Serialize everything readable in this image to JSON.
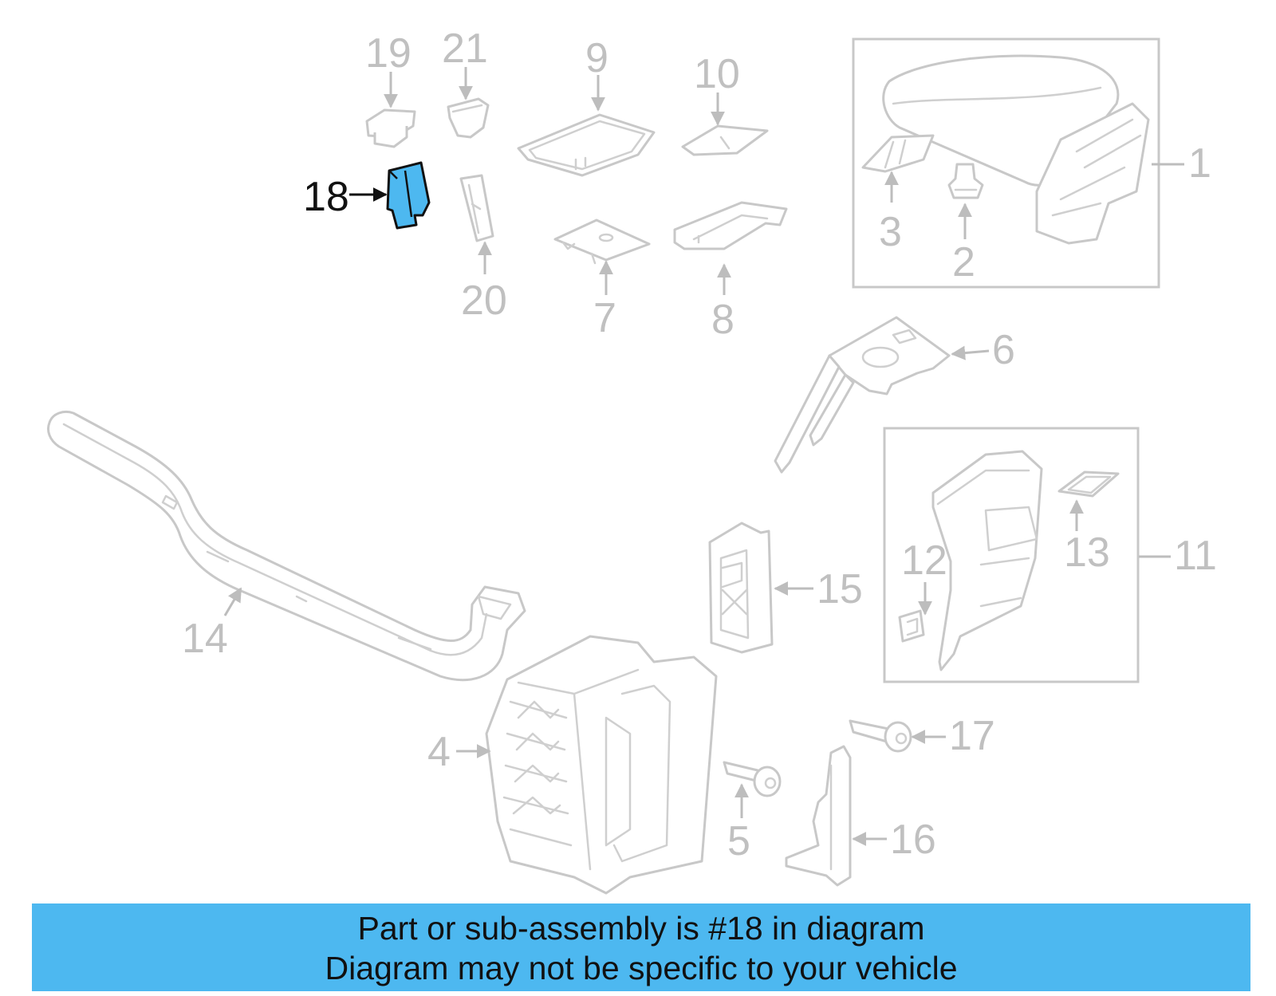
{
  "diagram": {
    "callouts": {
      "c1": "1",
      "c2": "2",
      "c3": "3",
      "c4": "4",
      "c5": "5",
      "c6": "6",
      "c7": "7",
      "c8": "8",
      "c9": "9",
      "c10": "10",
      "c11": "11",
      "c12": "12",
      "c13": "13",
      "c14": "14",
      "c15": "15",
      "c16": "16",
      "c17": "17",
      "c18": "18",
      "c19": "19",
      "c20": "20",
      "c21": "21"
    },
    "highlighted_part": "18",
    "highlight_color": "#4db8f0",
    "line_color": "#c8c8c8"
  },
  "banner": {
    "line1": "Part or sub-assembly is #18 in diagram",
    "line2": "Diagram may not be specific to your vehicle",
    "background": "#4db8f0"
  }
}
